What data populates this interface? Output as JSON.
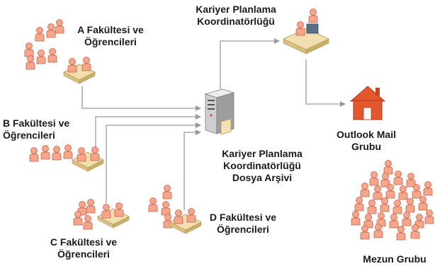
{
  "labels": {
    "coordinator": [
      "Kariyer Planlama",
      "Koordinatörlüğü"
    ],
    "archive": [
      "Kariyer Planlama",
      "Koordinatörlüğü",
      "Dosya Arşivi"
    ],
    "outlook": [
      "Outlook Mail",
      "Grubu"
    ],
    "faculty_a": [
      "A Fakültesi ve",
      "Öğrencileri"
    ],
    "faculty_b": [
      "B Fakültesi ve",
      "Öğrencileri"
    ],
    "faculty_c": [
      "C Fakültesi ve",
      "Öğrencileri"
    ],
    "faculty_d": [
      "D Fakültesi ve",
      "Öğrencileri"
    ],
    "alumni": "Mezun Grubu"
  },
  "icons": {
    "people": "person-icon",
    "desk": "meeting-desk-icon",
    "server": "server-icon",
    "mail": "outlook-home-icon"
  },
  "colors": {
    "person_fill": "#f4a58a",
    "person_stroke": "#c9614a",
    "desk_top": "#f2dfb0",
    "desk_side": "#d9bf80",
    "server_body": "#d7d7d7",
    "mail_fill": "#e4572e",
    "connector": "#9a9a9a"
  }
}
